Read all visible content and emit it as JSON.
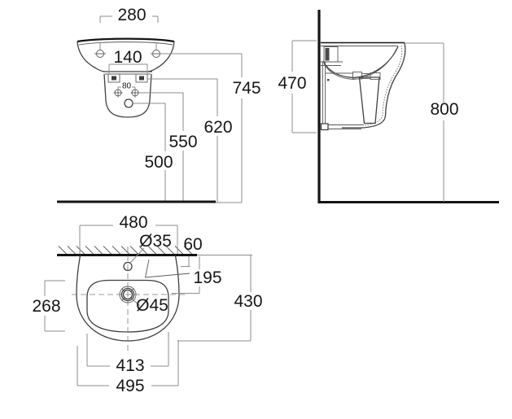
{
  "drawing": {
    "type": "technical-dimension-drawing",
    "subject": "wall-hung wash basin with semi-pedestal, three orthographic views",
    "units_implied": "mm"
  },
  "front": {
    "d280": "280",
    "d140": "140",
    "d80": "80",
    "d745": "745",
    "d620": "620",
    "d550": "550",
    "d500": "500"
  },
  "side": {
    "d470": "470",
    "d800": "800"
  },
  "plan": {
    "d480": "480",
    "d35": "Ø35",
    "d60": "60",
    "d195": "195",
    "d430": "430",
    "d268": "268",
    "d45": "Ø45",
    "d413": "413",
    "d495": "495"
  },
  "colors": {
    "background": "#ffffff",
    "dimension_line": "#8c8c8c",
    "object_line": "#3f3f3f",
    "heavy_line": "#141414",
    "text": "#161616"
  }
}
